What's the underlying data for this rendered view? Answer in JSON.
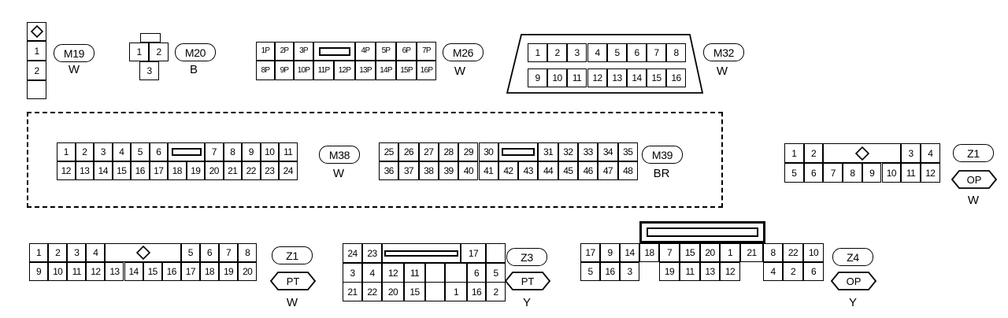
{
  "connectors": {
    "M19": {
      "id": "M19",
      "color": "W",
      "pins": [
        "1",
        "2"
      ]
    },
    "M20": {
      "id": "M20",
      "color": "B",
      "pins": [
        "1",
        "2",
        "3"
      ]
    },
    "M26": {
      "id": "M26",
      "color": "W",
      "row1": [
        "1P",
        "2P",
        "3P",
        "4P",
        "5P",
        "6P",
        "7P"
      ],
      "row2": [
        "8P",
        "9P",
        "10P",
        "11P",
        "12P",
        "13P",
        "14P",
        "15P",
        "16P"
      ]
    },
    "M32": {
      "id": "M32",
      "color": "W",
      "row1": [
        "1",
        "2",
        "3",
        "4",
        "5",
        "6",
        "7",
        "8"
      ],
      "row2": [
        "9",
        "10",
        "11",
        "12",
        "13",
        "14",
        "15",
        "16"
      ]
    },
    "M38": {
      "id": "M38",
      "color": "W",
      "row1": [
        "1",
        "2",
        "3",
        "4",
        "5",
        "6",
        "7",
        "8",
        "9",
        "10",
        "11"
      ],
      "row2": [
        "12",
        "13",
        "14",
        "15",
        "16",
        "17",
        "18",
        "19",
        "20",
        "21",
        "22",
        "23",
        "24"
      ]
    },
    "M39": {
      "id": "M39",
      "color": "BR",
      "row1": [
        "25",
        "26",
        "27",
        "28",
        "29",
        "30",
        "31",
        "32",
        "33",
        "34",
        "35"
      ],
      "row2": [
        "36",
        "37",
        "38",
        "39",
        "40",
        "41",
        "42",
        "43",
        "44",
        "45",
        "46",
        "47",
        "48"
      ]
    },
    "Z1_OP": {
      "id": "Z1",
      "tag": "OP",
      "color": "W",
      "row1": [
        "1",
        "2",
        "3",
        "4"
      ],
      "row2": [
        "5",
        "6",
        "7",
        "8",
        "9",
        "10",
        "11",
        "12"
      ]
    },
    "Z1_PT": {
      "id": "Z1",
      "tag": "PT",
      "color": "W",
      "row1": [
        "1",
        "2",
        "3",
        "4",
        "5",
        "6",
        "7",
        "8"
      ],
      "row2": [
        "9",
        "10",
        "11",
        "12",
        "13",
        "14",
        "15",
        "16",
        "17",
        "18",
        "19",
        "20"
      ]
    },
    "Z3": {
      "id": "Z3",
      "tag": "PT",
      "color": "Y",
      "row1": [
        "24",
        "23",
        "17"
      ],
      "row2": [
        "3",
        "4",
        "12",
        "11",
        "6",
        "5"
      ],
      "row3": [
        "21",
        "22",
        "20",
        "15",
        "1",
        "16",
        "2"
      ]
    },
    "Z4": {
      "id": "Z4",
      "tag": "OP",
      "color": "Y",
      "row1": [
        "17",
        "9",
        "14",
        "18",
        "7",
        "15",
        "20",
        "1",
        "21",
        "8",
        "22",
        "10"
      ],
      "row2": [
        "5",
        "16",
        "3",
        "19",
        "11",
        "13",
        "12",
        "4",
        "2",
        "6"
      ]
    }
  }
}
